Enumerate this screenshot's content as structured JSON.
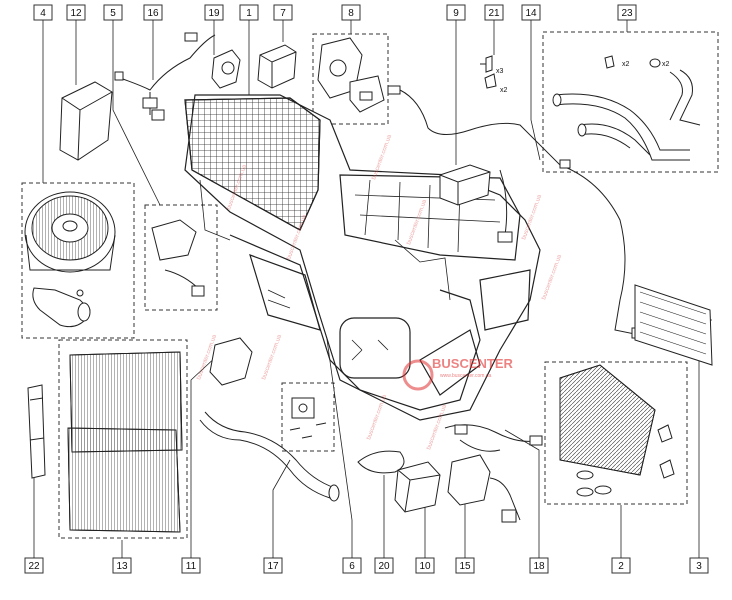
{
  "callouts": [
    "4",
    "12",
    "5",
    "16",
    "19",
    "1",
    "7",
    "8",
    "9",
    "21",
    "14",
    "23",
    "22",
    "13",
    "11",
    "17",
    "6",
    "20",
    "10",
    "15",
    "18",
    "2",
    "3"
  ],
  "captions": {
    "x3": "x3",
    "x2_clip": "x2",
    "x2_23a": "x2",
    "x2_23b": "x2"
  },
  "watermark": {
    "logo": "BUSCENTER",
    "tagline": "www.buscenter.com.ua",
    "site": "buscenter.com.ua"
  },
  "colors": {
    "line": "#222222",
    "box": "#333333",
    "watermark": "#e03030"
  }
}
